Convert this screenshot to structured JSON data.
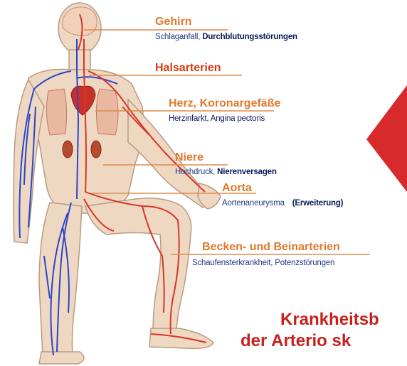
{
  "colors": {
    "title_orange": "#e07a2c",
    "title_red": "#d43a14",
    "line_orange": "#e08a4a",
    "text_blue": "#1f3a8a",
    "text_navy": "#0b1a5c",
    "artery_red": "#d9352a",
    "vein_blue": "#2a46c8",
    "skin": "#eed8c2",
    "skin_shadow": "#c9ad96",
    "triangle_red": "#d82a2a",
    "caption_red": "#c8201e"
  },
  "labels": {
    "gehirn": {
      "title": "Gehirn",
      "normal": "Schlaganfall,",
      "bold": "Durchblutungsstörungen"
    },
    "hals": {
      "title": "Halsarterien"
    },
    "herz": {
      "title": "Herz, Koronargefäße",
      "bold": "Herzinfarkt, Angina pectoris"
    },
    "niere": {
      "title": "Niere",
      "normal": "Hochdruck,",
      "bold": "Nierenversagen"
    },
    "aorta": {
      "title": "Aorta",
      "normal": "Aortenaneurysma",
      "bold": "(Erweiterung)"
    },
    "becken": {
      "title": "Becken- und Beinarterien",
      "normal": "Schaufensterkrankheit, Potenzstörungen"
    }
  },
  "caption": {
    "line1": "Krankheitsb",
    "line2": "der Arterio sk"
  }
}
